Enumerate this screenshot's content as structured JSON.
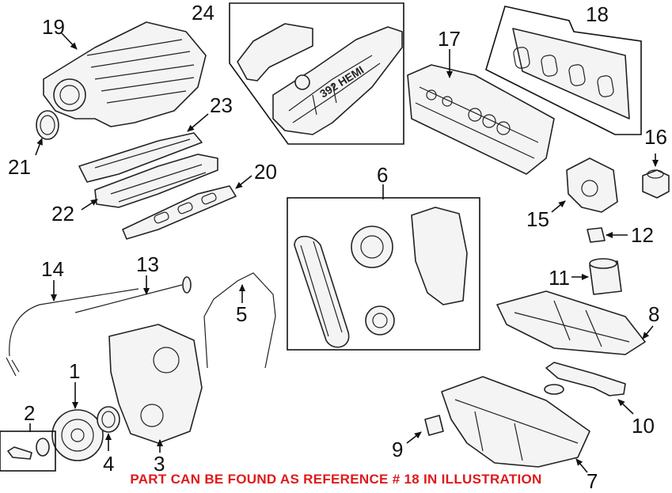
{
  "caption": {
    "text": "PART CAN BE FOUND AS REFERENCE # 18 IN ILLUSTRATION",
    "color": "#e0191b"
  },
  "callouts": {
    "c1": "1",
    "c2": "2",
    "c3": "3",
    "c4": "4",
    "c5": "5",
    "c6": "6",
    "c7": "7",
    "c8": "8",
    "c9": "9",
    "c10": "10",
    "c11": "11",
    "c12": "12",
    "c13": "13",
    "c14": "14",
    "c15": "15",
    "c16": "16",
    "c17": "17",
    "c18": "18",
    "c19": "19",
    "c20": "20",
    "c21": "21",
    "c22": "22",
    "c23": "23",
    "c24": "24"
  },
  "engraving": "392 HEMI"
}
